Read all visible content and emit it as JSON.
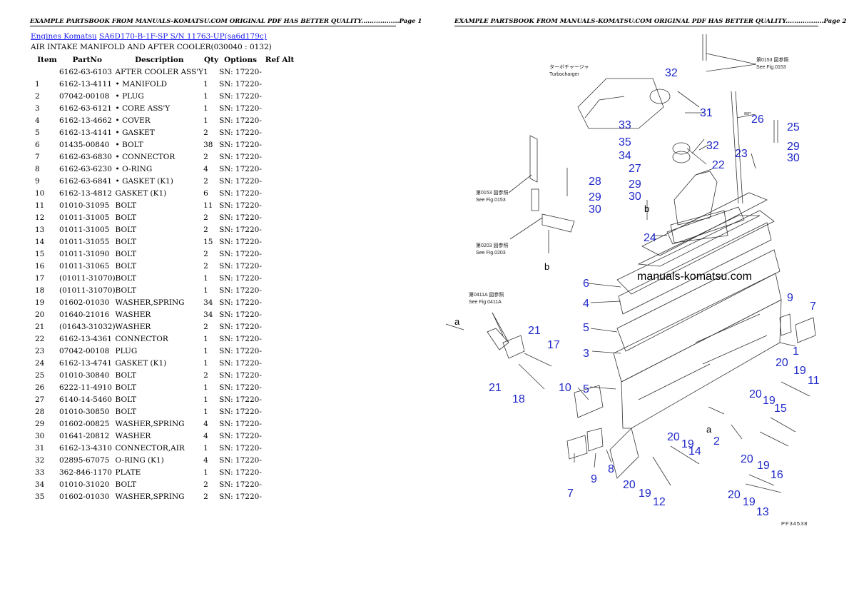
{
  "headers": {
    "page1": "EXAMPLE PARTSBOOK FROM MANUALS-KOMATSU.COM ORIGINAL PDF HAS BETTER QUALITY..................Page 1",
    "page2": "EXAMPLE PARTSBOOK FROM MANUALS-KOMATSU.COM ORIGINAL PDF HAS BETTER QUALITY..................Page 2"
  },
  "breadcrumb": {
    "link1": "Engines Komatsu",
    "link2": "SA6D170-B-1F-SP S/N 11763-UP(sa6d179c)"
  },
  "section_title": "AIR INTAKE MANIFOLD AND AFTER COOLER(030040 : 0132)",
  "table": {
    "columns": [
      "Item",
      "PartNo",
      "Description",
      "Qty",
      "Options",
      "Ref Alt"
    ],
    "rows": [
      [
        "",
        "6162-63-6103",
        "AFTER COOLER ASS'Y",
        "1",
        "SN: 17220-",
        ""
      ],
      [
        "1",
        "6162-13-4111",
        "• MANIFOLD",
        "1",
        "SN: 17220-",
        ""
      ],
      [
        "2",
        "07042-00108",
        "• PLUG",
        "1",
        "SN: 17220-",
        ""
      ],
      [
        "3",
        "6162-63-6121",
        "• CORE ASS'Y",
        "1",
        "SN: 17220-",
        ""
      ],
      [
        "4",
        "6162-13-4662",
        "• COVER",
        "1",
        "SN: 17220-",
        ""
      ],
      [
        "5",
        "6162-13-4141",
        "• GASKET",
        "2",
        "SN: 17220-",
        ""
      ],
      [
        "6",
        "01435-00840",
        "• BOLT",
        "38",
        "SN: 17220-",
        ""
      ],
      [
        "7",
        "6162-63-6830",
        "• CONNECTOR",
        "2",
        "SN: 17220-",
        ""
      ],
      [
        "8",
        "6162-63-6230",
        "• O-RING",
        "4",
        "SN: 17220-",
        ""
      ],
      [
        "9",
        "6162-63-6841",
        "• GASKET (K1)",
        "2",
        "SN: 17220-",
        ""
      ],
      [
        "10",
        "6162-13-4812",
        "GASKET (K1)",
        "6",
        "SN: 17220-",
        ""
      ],
      [
        "11",
        "01010-31095",
        "BOLT",
        "11",
        "SN: 17220-",
        ""
      ],
      [
        "12",
        "01011-31005",
        "BOLT",
        "2",
        "SN: 17220-",
        ""
      ],
      [
        "13",
        "01011-31005",
        "BOLT",
        "2",
        "SN: 17220-",
        ""
      ],
      [
        "14",
        "01011-31055",
        "BOLT",
        "15",
        "SN: 17220-",
        ""
      ],
      [
        "15",
        "01011-31090",
        "BOLT",
        "2",
        "SN: 17220-",
        ""
      ],
      [
        "16",
        "01011-31065",
        "BOLT",
        "2",
        "SN: 17220-",
        ""
      ],
      [
        "17",
        "(01011-31070)",
        "BOLT",
        "1",
        "SN: 17220-",
        ""
      ],
      [
        "18",
        "(01011-31070)",
        "BOLT",
        "1",
        "SN: 17220-",
        ""
      ],
      [
        "19",
        "01602-01030",
        "WASHER,SPRING",
        "34",
        "SN: 17220-",
        ""
      ],
      [
        "20",
        "01640-21016",
        "WASHER",
        "34",
        "SN: 17220-",
        ""
      ],
      [
        "21",
        "(01643-31032)",
        "WASHER",
        "2",
        "SN: 17220-",
        ""
      ],
      [
        "22",
        "6162-13-4361",
        "CONNECTOR",
        "1",
        "SN: 17220-",
        ""
      ],
      [
        "23",
        "07042-00108",
        "PLUG",
        "1",
        "SN: 17220-",
        ""
      ],
      [
        "24",
        "6162-13-4741",
        "GASKET (K1)",
        "1",
        "SN: 17220-",
        ""
      ],
      [
        "25",
        "01010-30840",
        "BOLT",
        "2",
        "SN: 17220-",
        ""
      ],
      [
        "26",
        "6222-11-4910",
        "BOLT",
        "1",
        "SN: 17220-",
        ""
      ],
      [
        "27",
        "6140-14-5460",
        "BOLT",
        "1",
        "SN: 17220-",
        ""
      ],
      [
        "28",
        "01010-30850",
        "BOLT",
        "1",
        "SN: 17220-",
        ""
      ],
      [
        "29",
        "01602-00825",
        "WASHER,SPRING",
        "4",
        "SN: 17220-",
        ""
      ],
      [
        "30",
        "01641-20812",
        "WASHER",
        "4",
        "SN: 17220-",
        ""
      ],
      [
        "31",
        "6162-13-4310",
        "CONNECTOR,AIR",
        "1",
        "SN: 17220-",
        ""
      ],
      [
        "32",
        "02895-67075",
        "O-RING (K1)",
        "4",
        "SN: 17220-",
        ""
      ],
      [
        "33",
        "362-846-1170",
        "PLATE",
        "1",
        "SN: 17220-",
        ""
      ],
      [
        "34",
        "01010-31020",
        "BOLT",
        "2",
        "SN: 17220-",
        ""
      ],
      [
        "35",
        "01602-01030",
        "WASHER,SPRING",
        "2",
        "SN: 17220-",
        ""
      ]
    ]
  },
  "diagram": {
    "turbo_jp": "ターボチャージャ",
    "turbo_en": "Turbocharger",
    "ref_0153_jp_a": "第0153 図参照",
    "ref_0153_en_a": "See Fig.0153",
    "ref_0153_jp_b": "第0153 図参照",
    "ref_0153_en_b": "See Fig.0153",
    "ref_0203_jp": "第0203 図参照",
    "ref_0203_en": "See Fig.0203",
    "ref_0411a_jp": "第0411A 図参照",
    "ref_0411a_en": "See Fig.0411A",
    "watermark": "manuals-komatsu.com",
    "figure_code": "PF34538",
    "letter_a": "a",
    "letter_b": "b",
    "callouts": {
      "n1": "1",
      "n2": "2",
      "n3": "3",
      "n4": "4",
      "n5": "5",
      "n6": "6",
      "n7": "7",
      "n8": "8",
      "n9": "9",
      "n10": "10",
      "n11": "11",
      "n12": "12",
      "n13": "13",
      "n14": "14",
      "n15": "15",
      "n16": "16",
      "n17": "17",
      "n18": "18",
      "n19": "19",
      "n20": "20",
      "n21": "21",
      "n22": "22",
      "n23": "23",
      "n24": "24",
      "n25": "25",
      "n26": "26",
      "n27": "27",
      "n28": "28",
      "n29": "29",
      "n30": "30",
      "n31": "31",
      "n32": "32",
      "n33": "33",
      "n34": "34",
      "n35": "35"
    }
  }
}
